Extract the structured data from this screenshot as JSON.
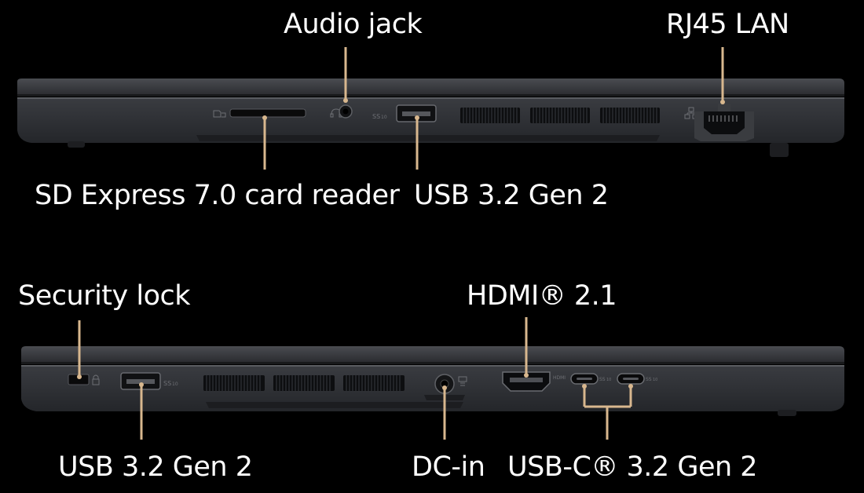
{
  "colors": {
    "background": "#000000",
    "chassis": "#2b2d31",
    "leader": "#d8b78e",
    "label": "#ffffff"
  },
  "right_side": {
    "ports": [
      {
        "label": "Audio jack",
        "icon": "audio-jack-icon"
      },
      {
        "label": "RJ45 LAN",
        "icon": "ethernet-icon"
      },
      {
        "label": "SD Express 7.0 card reader",
        "icon": "sd-card-icon"
      },
      {
        "label": "USB 3.2 Gen 2",
        "icon": "usb-a-icon"
      }
    ],
    "icons": [
      "sd-card-icon",
      "headphones-icon",
      "usb-ss10-icon",
      "network-icon"
    ]
  },
  "left_side": {
    "ports": [
      {
        "label": "Security lock",
        "icon": "lock-slot-icon"
      },
      {
        "label": "HDMI® 2.1",
        "icon": "hdmi-icon"
      },
      {
        "label": "USB 3.2 Gen 2",
        "icon": "usb-a-icon"
      },
      {
        "label": "DC-in",
        "icon": "dc-jack-icon"
      },
      {
        "label": "USB-C® 3.2 Gen 2",
        "icon": "usb-c-icon"
      }
    ],
    "icons": [
      "lock-icon",
      "usb-ss10-icon",
      "power-icon",
      "hdmi-text-icon",
      "usb-c-dp-icon",
      "usb-c-pd-icon"
    ]
  }
}
